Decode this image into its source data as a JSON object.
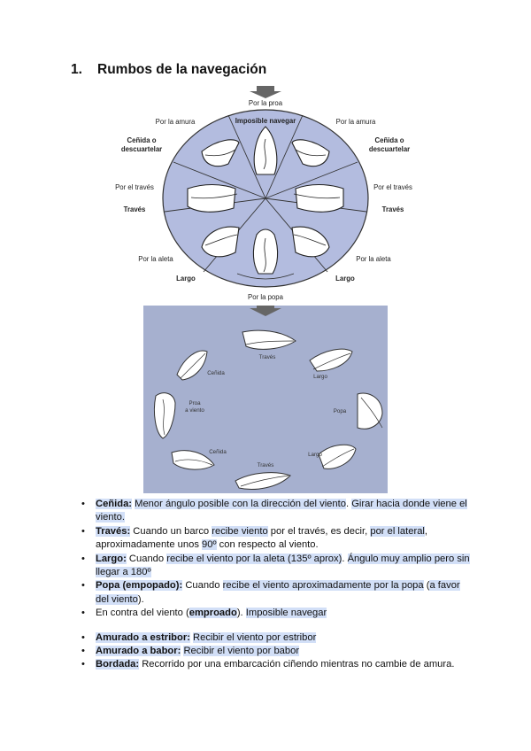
{
  "heading": {
    "number": "1.",
    "title": "Rumbos de la navegación"
  },
  "diagram_top": {
    "labels": {
      "por_la_proa": "Por la proa",
      "imposible": "Imposible navegar",
      "amura_left": "Por la amura",
      "amura_right": "Por la amura",
      "cenida_left_1": "Ceñida o",
      "cenida_left_2": "descuartelar",
      "cenida_right_1": "Ceñida o",
      "cenida_right_2": "descuartelar",
      "traves_por_left": "Por el través",
      "traves_por_right": "Por el través",
      "traves_left": "Través",
      "traves_right": "Través",
      "aleta_left": "Por la aleta",
      "aleta_right": "Por la aleta",
      "largo_left": "Largo",
      "largo_right": "Largo",
      "por_la_popa": "Por la popa"
    }
  },
  "diagram_bottom": {
    "labels": {
      "traves_top": "Través",
      "largo_top": "Largo",
      "cenida_top": "Ceñida",
      "proa_viento_1": "Proa",
      "proa_viento_2": "a viento",
      "popa": "Popa",
      "cenida_bottom": "Ceñida",
      "largo_bottom": "Largo",
      "traves_bottom": "Través"
    }
  },
  "bullets": {
    "cenida": {
      "term": "Ceñida:",
      "t1": "Menor ángulo posible con la dirección del viento",
      "t2": ". ",
      "t3": "Girar hacia donde viene el viento."
    },
    "traves": {
      "term": "Través:",
      "t1": "Cuando un barco ",
      "t2": "recibe viento",
      "t3": " por el través, es decir, ",
      "t4": "por el lateral",
      "t5": ", aproximadamente unos ",
      "t6": "90º",
      "t7": " con respecto al viento."
    },
    "largo": {
      "term": "Largo:",
      "t1": "Cuando ",
      "t2": "recibe el viento por la aleta (135º aprox)",
      "t3": ". ",
      "t4": "Ángulo muy amplio pero sin llegar a 180º"
    },
    "popa": {
      "term": "Popa (empopado):",
      "t1": "Cuando ",
      "t2": "recibe el viento aproximadamente por la popa",
      "t3": " (",
      "t4": "a favor del viento",
      "t5": ")."
    },
    "contra": {
      "t1": "En contra del viento (",
      "t2": "emproado",
      "t3": "). ",
      "t4": "Imposible navegar"
    },
    "estribor": {
      "term": "Amurado a estribor:",
      "t1": "Recibir el viento por estribor"
    },
    "babor": {
      "term": "Amurado a babor:",
      "t1": "Recibir el viento por babor"
    },
    "bordada": {
      "term": "Bordada:",
      "t1": "Recorrido por una embarcación ciñendo mientras no cambie de amura."
    }
  }
}
